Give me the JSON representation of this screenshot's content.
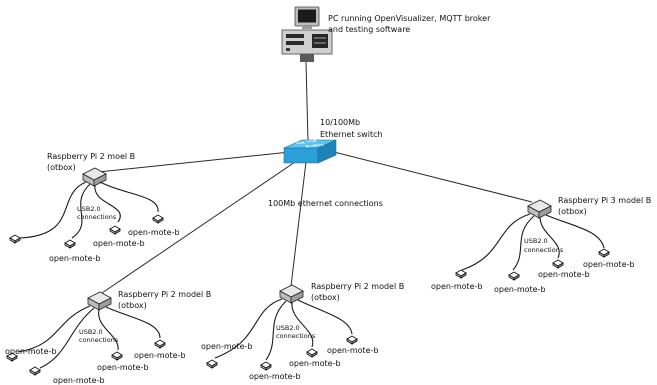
{
  "pc": {
    "label_line1": "PC running OpenVisualizer, MQTT broker",
    "label_line2": "and testing software"
  },
  "switch": {
    "label_line1": "10/100Mb",
    "label_line2": "Ethernet switch"
  },
  "ethernet_label": "100Mb  ethernet connections",
  "clusters": [
    {
      "name_line1": "Raspberry Pi 2 moel B",
      "name_line2": "(otbox)",
      "usb_line1": "USB2.0",
      "usb_line2": "connections",
      "motes": [
        "open-mote-b",
        "open-mote-b",
        "open-mote-b"
      ]
    },
    {
      "name_line1": "Raspberry Pi 2 model B",
      "name_line2": "(otbox)",
      "usb_line1": "USB2.0",
      "usb_line2": "connections",
      "motes": [
        "open-mote-b",
        "open-mote-b",
        "open-mote-b",
        "open-mote-b"
      ]
    },
    {
      "name_line1": "Raspberry Pi 2 model B",
      "name_line2": "(otbox)",
      "usb_line1": "USB2.0",
      "usb_line2": "connections",
      "motes": [
        "open-mote-b",
        "open-mote-b",
        "open-mote-b",
        "open-mote-b"
      ]
    },
    {
      "name_line1": "Raspberry Pi 3 model B",
      "name_line2": "(otbox)",
      "usb_line1": "USB2.0",
      "usb_line2": "connections",
      "motes": [
        "open-mote-b",
        "open-mote-b",
        "open-mote-b",
        "open-mote-b"
      ]
    }
  ],
  "colors": {
    "switch_fill": "#2a9fd8",
    "switch_top": "#5cc3ef",
    "pc_body": "#cfcfcf",
    "monitor_frame": "#bdbdbd",
    "monitor_screen": "#1b1b1b"
  }
}
